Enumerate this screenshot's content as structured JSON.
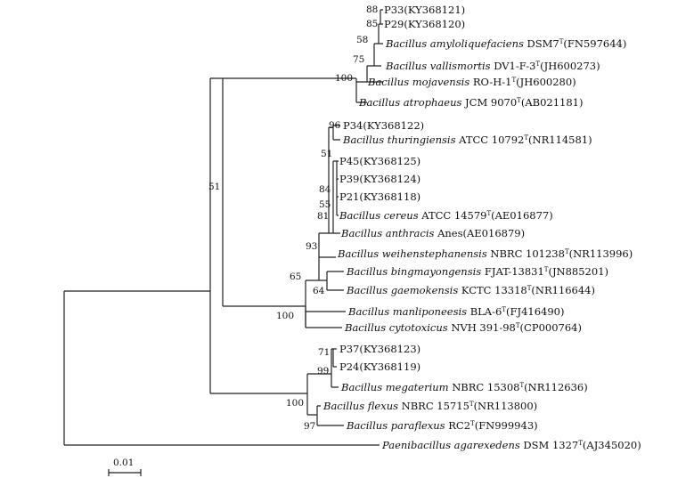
{
  "leaves": [
    {
      "id": "p33",
      "parts": [
        {
          "t": "P33(KY368121)"
        }
      ]
    },
    {
      "id": "p29",
      "parts": [
        {
          "t": "P29(KY368120)"
        }
      ]
    },
    {
      "id": "bamy",
      "parts": [
        {
          "t": "Bacillus amyloliquefaciens",
          "i": true
        },
        {
          "t": " DSM7"
        },
        {
          "t": "T",
          "s": true
        },
        {
          "t": "(FN597644)"
        }
      ]
    },
    {
      "id": "bval",
      "parts": [
        {
          "t": "Bacillus vallismortis",
          "i": true
        },
        {
          "t": " DV1-F-3"
        },
        {
          "t": "T",
          "s": true
        },
        {
          "t": "(JH600273)"
        }
      ]
    },
    {
      "id": "bmoj",
      "parts": [
        {
          "t": "Bacillus mojavensis",
          "i": true
        },
        {
          "t": " RO-H-1"
        },
        {
          "t": "T",
          "s": true
        },
        {
          "t": "(JH600280)"
        }
      ]
    },
    {
      "id": "batr",
      "parts": [
        {
          "t": "Bacillus atrophaeus",
          "i": true
        },
        {
          "t": " JCM 9070"
        },
        {
          "t": "T",
          "s": true
        },
        {
          "t": "(AB021181)"
        }
      ]
    },
    {
      "id": "p34",
      "parts": [
        {
          "t": "P34(KY368122)"
        }
      ]
    },
    {
      "id": "bthu",
      "parts": [
        {
          "t": "Bacillus thuringiensis",
          "i": true
        },
        {
          "t": " ATCC 10792"
        },
        {
          "t": "T",
          "s": true
        },
        {
          "t": "(NR114581)"
        }
      ]
    },
    {
      "id": "p45",
      "parts": [
        {
          "t": "P45(KY368125)"
        }
      ]
    },
    {
      "id": "p39",
      "parts": [
        {
          "t": "P39(KY368124)"
        }
      ]
    },
    {
      "id": "p21",
      "parts": [
        {
          "t": "P21(KY368118)"
        }
      ]
    },
    {
      "id": "bcer",
      "parts": [
        {
          "t": "Bacillus cereus",
          "i": true
        },
        {
          "t": " ATCC 14579"
        },
        {
          "t": "T",
          "s": true
        },
        {
          "t": "(AE016877)"
        }
      ]
    },
    {
      "id": "bant",
      "parts": [
        {
          "t": "Bacillus anthracis",
          "i": true
        },
        {
          "t": " Anes(AE016879)"
        }
      ]
    },
    {
      "id": "bwei",
      "parts": [
        {
          "t": "Bacillus weihenstephanensis",
          "i": true
        },
        {
          "t": " NBRC 101238"
        },
        {
          "t": "T",
          "s": true
        },
        {
          "t": "(NR113996)"
        }
      ]
    },
    {
      "id": "bbin",
      "parts": [
        {
          "t": "Bacillus bingmayongensis",
          "i": true
        },
        {
          "t": " FJAT-13831"
        },
        {
          "t": "T",
          "s": true
        },
        {
          "t": "(JN885201)"
        }
      ]
    },
    {
      "id": "bgae",
      "parts": [
        {
          "t": "Bacillus gaemokensis",
          "i": true
        },
        {
          "t": " KCTC 13318"
        },
        {
          "t": "T",
          "s": true
        },
        {
          "t": "(NR116644)"
        }
      ]
    },
    {
      "id": "bman",
      "parts": [
        {
          "t": "Bacillus manliponeesis",
          "i": true
        },
        {
          "t": " BLA-6"
        },
        {
          "t": "T",
          "s": true
        },
        {
          "t": "(FJ416490)"
        }
      ]
    },
    {
      "id": "bcyt",
      "parts": [
        {
          "t": "Bacillus cytotoxicus",
          "i": true
        },
        {
          "t": " NVH 391-98"
        },
        {
          "t": "T",
          "s": true
        },
        {
          "t": "(CP000764)"
        }
      ]
    },
    {
      "id": "p37",
      "parts": [
        {
          "t": "P37(KY368123)"
        }
      ]
    },
    {
      "id": "p24",
      "parts": [
        {
          "t": "P24(KY368119)"
        }
      ]
    },
    {
      "id": "bmeg",
      "parts": [
        {
          "t": "Bacillus megaterium",
          "i": true
        },
        {
          "t": " NBRC 15308"
        },
        {
          "t": "T",
          "s": true
        },
        {
          "t": "(NR112636)"
        }
      ]
    },
    {
      "id": "bfle",
      "parts": [
        {
          "t": "Bacillus flexus",
          "i": true
        },
        {
          "t": " NBRC 15715"
        },
        {
          "t": "T",
          "s": true
        },
        {
          "t": "(NR113800)"
        }
      ]
    },
    {
      "id": "bpar",
      "parts": [
        {
          "t": "Bacillus paraflexus",
          "i": true
        },
        {
          "t": " RC2"
        },
        {
          "t": "T",
          "s": true
        },
        {
          "t": "(FN999943)"
        }
      ]
    },
    {
      "id": "paga",
      "parts": [
        {
          "t": "Paenibacillus agarexedens",
          "i": true
        },
        {
          "t": " DSM 1327"
        },
        {
          "t": "T",
          "s": true
        },
        {
          "t": "(AJ345020)"
        }
      ]
    }
  ],
  "bootstrap": {
    "n88": "88",
    "n85": "85",
    "n58": "58",
    "n75": "75",
    "n100a": "100",
    "n96": "96",
    "n51a": "51",
    "n84": "84",
    "n55": "55",
    "n81": "81",
    "n93": "93",
    "n65": "65",
    "n64": "64",
    "n100b": "100",
    "n51b": "51",
    "n71": "71",
    "n99": "99",
    "n100c": "100",
    "n97": "97"
  },
  "scale_bar": {
    "label": "0.01"
  }
}
